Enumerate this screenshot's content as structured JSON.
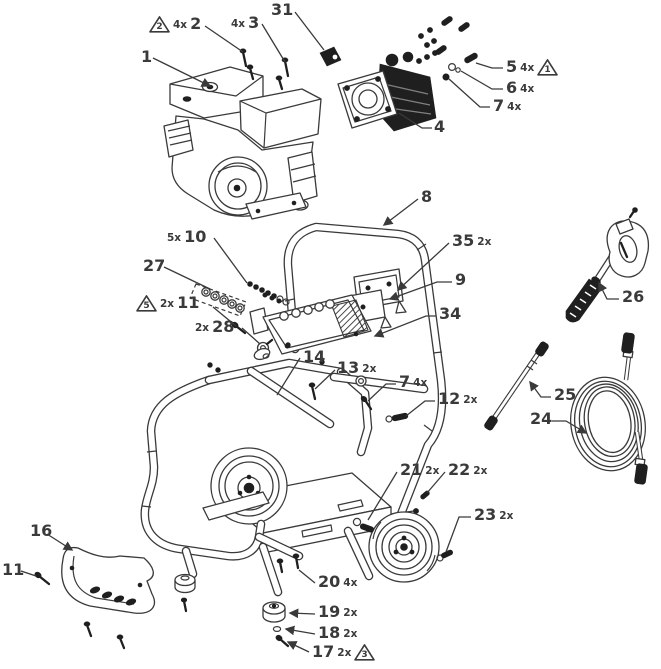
{
  "palette": {
    "line_color": "#3a3a3a",
    "dark_part_color": "#1f1f1f",
    "background": "#ffffff"
  },
  "callouts": {
    "c1": {
      "num": "1"
    },
    "c2": {
      "num": "2",
      "qty": "4x",
      "triangle": "2"
    },
    "c3": {
      "num": "3",
      "qty": "4x"
    },
    "c4": {
      "num": "4"
    },
    "c5": {
      "num": "5",
      "qty": "4x",
      "triangle": "1"
    },
    "c6": {
      "num": "6",
      "qty": "4x"
    },
    "c7a": {
      "num": "7",
      "qty": "4x"
    },
    "c7b": {
      "num": "7",
      "qty": "4x"
    },
    "c8": {
      "num": "8"
    },
    "c9": {
      "num": "9"
    },
    "c10": {
      "num": "10",
      "qty": "5x"
    },
    "c11a": {
      "num": "11",
      "qty": "2x",
      "triangle": "5"
    },
    "c11b": {
      "num": "11"
    },
    "c12": {
      "num": "12",
      "qty": "2x"
    },
    "c13": {
      "num": "13",
      "qty": "2x"
    },
    "c14": {
      "num": "14"
    },
    "c16": {
      "num": "16"
    },
    "c17": {
      "num": "17",
      "qty": "2x",
      "triangle": "3"
    },
    "c18": {
      "num": "18",
      "qty": "2x"
    },
    "c19": {
      "num": "19",
      "qty": "2x"
    },
    "c20": {
      "num": "20",
      "qty": "4x"
    },
    "c21": {
      "num": "21",
      "qty": "2x"
    },
    "c22": {
      "num": "22",
      "qty": "2x"
    },
    "c23": {
      "num": "23",
      "qty": "2x"
    },
    "c24": {
      "num": "24"
    },
    "c25": {
      "num": "25"
    },
    "c26": {
      "num": "26"
    },
    "c27": {
      "num": "27"
    },
    "c28": {
      "num": "28",
      "qty": "2x"
    },
    "c31": {
      "num": "31"
    },
    "c34": {
      "num": "34"
    },
    "c35": {
      "num": "35",
      "qty": "2x"
    }
  }
}
